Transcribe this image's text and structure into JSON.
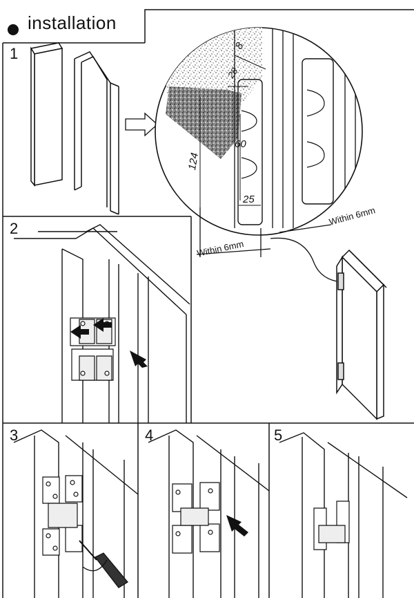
{
  "header": {
    "title": "installation"
  },
  "steps": [
    {
      "number": "1"
    },
    {
      "number": "2"
    },
    {
      "number": "3"
    },
    {
      "number": "4"
    },
    {
      "number": "5"
    }
  ],
  "dimensions": {
    "top_width": "8",
    "inner_width": "28",
    "height_total": "124",
    "height_slot": "60",
    "slot_width": "25",
    "gap_left": "Within 6mm",
    "gap_right": "Within 6mm"
  }
}
